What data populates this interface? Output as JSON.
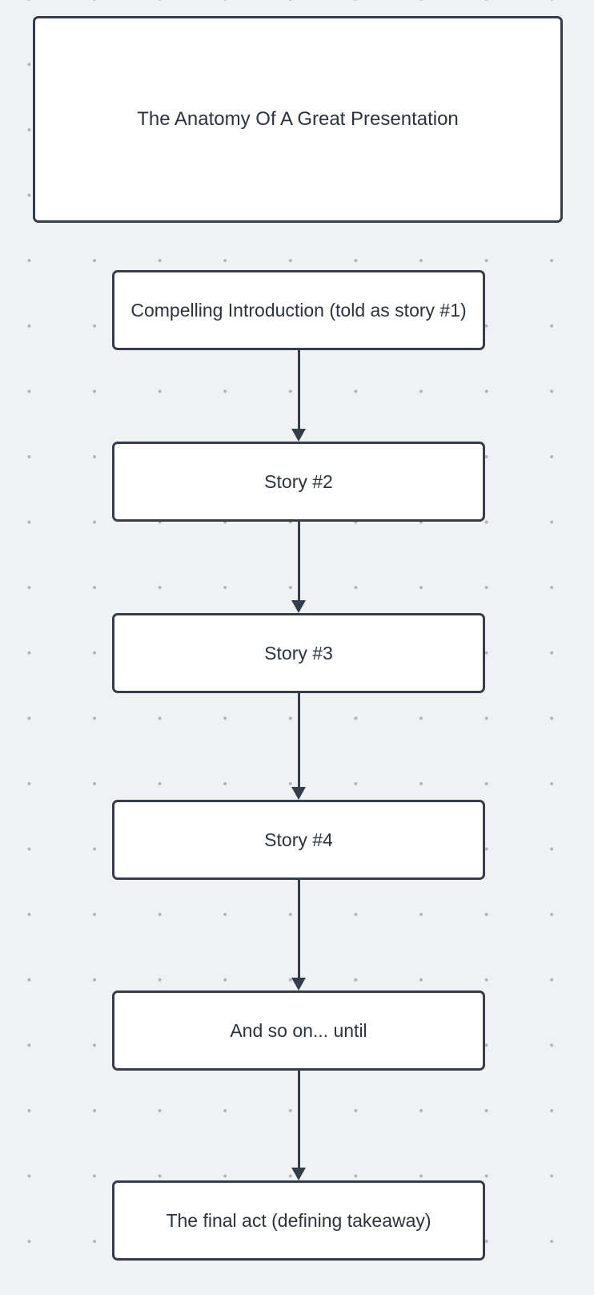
{
  "diagram": {
    "title_box": {
      "label": "The Anatomy Of A Great Presentation"
    },
    "flow_boxes": [
      {
        "label": "Compelling Introduction (told as story #1)"
      },
      {
        "label": "Story #2"
      },
      {
        "label": "Story #3"
      },
      {
        "label": "Story #4"
      },
      {
        "label": "And so on... until"
      },
      {
        "label": "The final act (defining takeaway)"
      }
    ],
    "connectors": [
      {
        "from": "Compelling Introduction (told as story #1)",
        "to": "Story #2",
        "style": "arrow-down"
      },
      {
        "from": "Story #2",
        "to": "Story #3",
        "style": "arrow-down"
      },
      {
        "from": "Story #3",
        "to": "Story #4",
        "style": "arrow-down"
      },
      {
        "from": "Story #4",
        "to": "And so on... until",
        "style": "arrow-down"
      },
      {
        "from": "And so on... until",
        "to": "The final act (defining takeaway)",
        "style": "arrow-down"
      }
    ],
    "colors": {
      "background": "#f0f1f3",
      "grid_dot": "#aeb3bb",
      "box_fill": "#ffffff",
      "stroke": "#353d4b",
      "text": "#2d333d"
    }
  }
}
